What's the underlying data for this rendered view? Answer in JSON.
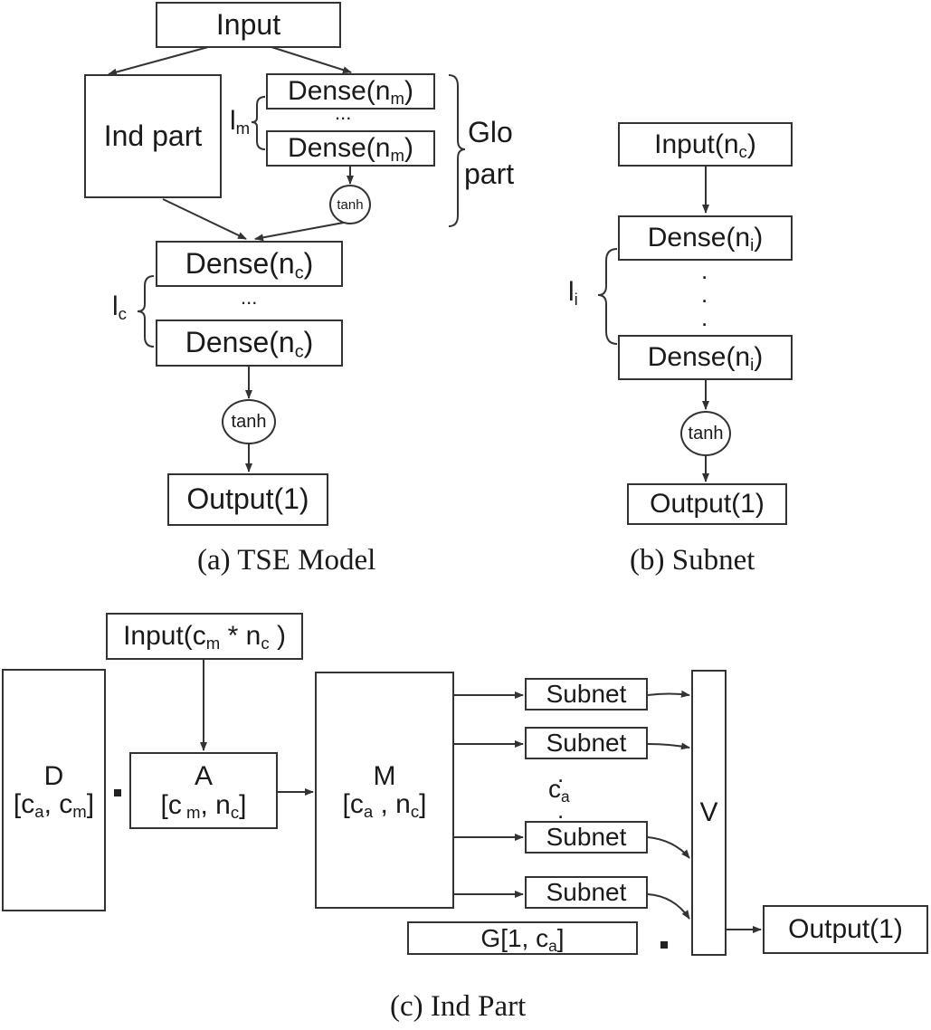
{
  "a": {
    "input": "Input",
    "ind_part": "Ind part",
    "dense_m": "Dense(n",
    "dense_m_sub": "m",
    "dense_m_close": ")",
    "ellipsis": "...",
    "lm": "l",
    "lm_sub": "m",
    "glo_line1": "Glo",
    "glo_line2": "part",
    "tanh": "tanh",
    "dense_c": "Dense(n",
    "dense_c_sub": "c",
    "dense_c_close": ")",
    "lc": "l",
    "lc_sub": "c",
    "output": "Output(1)",
    "caption": "(a) TSE Model"
  },
  "b": {
    "input": "Input(n",
    "input_sub": "c",
    "input_close": ")",
    "dense": "Dense(n",
    "dense_sub": "i",
    "dense_close": ")",
    "li": "l",
    "li_sub": "i",
    "vdots": ".",
    "tanh": "tanh",
    "output": "Output(1)",
    "caption": "(b) Subnet"
  },
  "c": {
    "input_pre": "Input(c",
    "input_sub_m": "m",
    "input_mid": " * n",
    "input_sub_c": "c",
    "input_close": " )",
    "d_label": "D",
    "d_dims_pre": "[c",
    "d_dims_sub_a": "a",
    "d_dims_mid": ", c",
    "d_dims_sub_m": "m",
    "d_dims_close": "]",
    "a_label": "A",
    "a_dims_pre": "[c",
    "a_dims_sub_m": " m",
    "a_dims_mid": ", n",
    "a_dims_sub_c": "c",
    "a_dims_close": "]",
    "m_label": "M",
    "m_dims_pre": "[c",
    "m_dims_sub_a": "a",
    "m_dims_mid": " , n",
    "m_dims_sub_c": "c",
    "m_dims_close": "]",
    "subnet": "Subnet",
    "ca": "c",
    "ca_sub": "a",
    "v_label": "V",
    "g_pre": "G[1, c",
    "g_sub": "a",
    "g_close": "]",
    "output": "Output(1)",
    "caption": "(c) Ind Part"
  }
}
